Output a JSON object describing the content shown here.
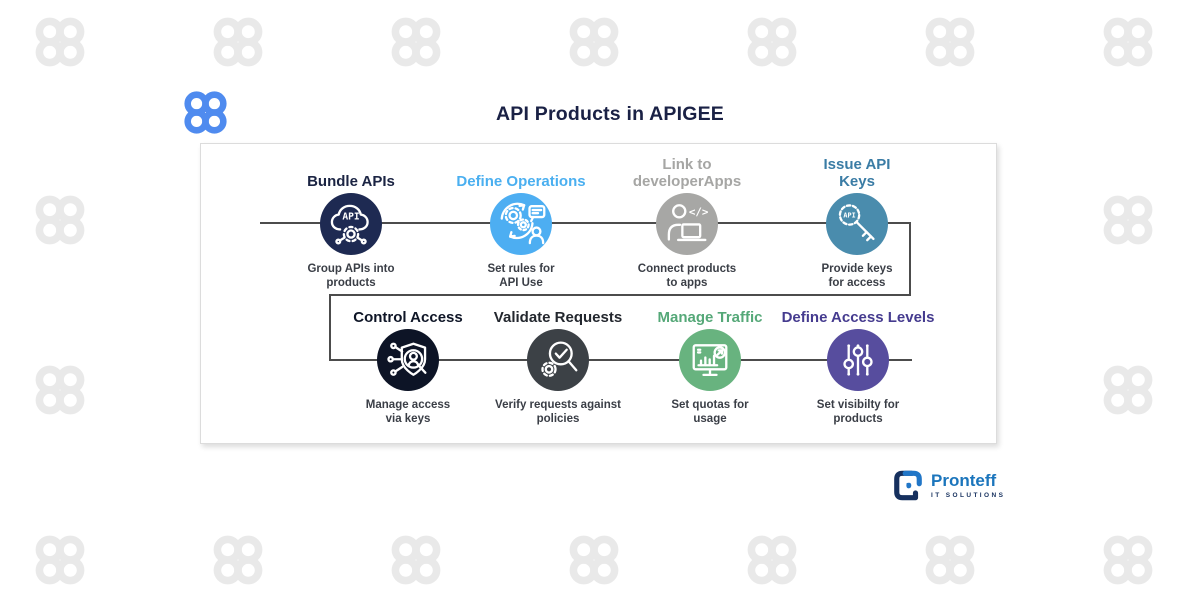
{
  "title": "API Products in APIGEE",
  "connector_color": "#4c4c4c",
  "watermark": {
    "color": "#e9e9e9"
  },
  "logo": {
    "color": "#4f8bef"
  },
  "steps": [
    {
      "label": "Bundle APIs",
      "desc": "Group APIs into\nproducts",
      "label_color": "#1b2443",
      "circle_color": "#1e2a52",
      "badge_text": "API"
    },
    {
      "label": "Define Operations",
      "desc": "Set rules for\nAPI Use",
      "label_color": "#4aaff0",
      "circle_color": "#4daef2"
    },
    {
      "label": "Link to\ndeveloperApps",
      "desc": "Connect products\nto apps",
      "label_color": "#a6a6a4",
      "circle_color": "#a7a7a5",
      "badge_text": "</>"
    },
    {
      "label": "Issue API\nKeys",
      "desc": "Provide keys\nfor access",
      "label_color": "#3a7ca5",
      "circle_color": "#4a8cad",
      "badge_text": "API"
    },
    {
      "label": "Control Access",
      "desc": "Manage access\nvia keys",
      "label_color": "#0e1526",
      "circle_color": "#0d1426"
    },
    {
      "label": "Validate Requests",
      "desc": "Verify requests against\npolicies",
      "label_color": "#23272e",
      "circle_color": "#3c4146"
    },
    {
      "label": "Manage Traffic",
      "desc": "Set quotas for\nusage",
      "label_color": "#55a878",
      "circle_color": "#68b37f"
    },
    {
      "label": "Define Access Levels",
      "desc": "Set visibilty for\nproducts",
      "label_color": "#453b8f",
      "circle_color": "#574d9e"
    }
  ],
  "footer_brand": {
    "name": "Pronteff",
    "tagline": "IT SOLUTIONS",
    "name_color": "#1b75bc",
    "tagline_color": "#16305e",
    "icon_navy": "#16305e",
    "icon_blue": "#2176c7"
  }
}
